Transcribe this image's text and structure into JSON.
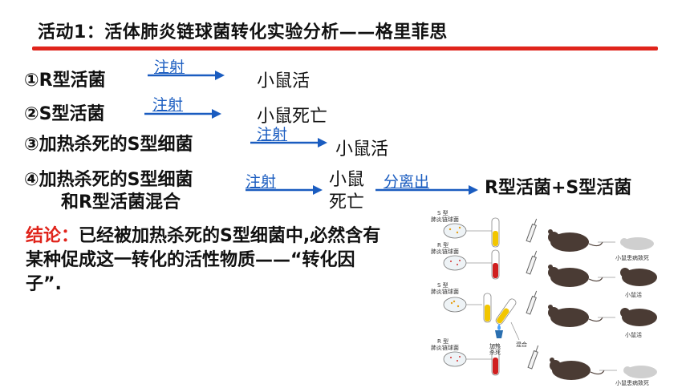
{
  "title": "活动1：活体肺炎链球菌转化实验分析——格里菲思",
  "rows": {
    "r1": {
      "left": "①R型活菌",
      "arrow": "注射",
      "result": "小鼠活"
    },
    "r2": {
      "left": "②S型活菌",
      "arrow": "注射",
      "result": "小鼠死亡"
    },
    "r3": {
      "left": "③加热杀死的S型细菌",
      "arrow": "注射",
      "result": "小鼠活"
    },
    "r4": {
      "left_line1": "④加热杀死的S型细菌",
      "left_line2": "和R型活菌混合",
      "arrow": "注射",
      "result_line1": "小鼠",
      "result_line2": "死亡",
      "arrow2": "分离出",
      "final": "R型活菌+S型活菌"
    }
  },
  "conclusion": {
    "label": "结论：",
    "text": "已经被加热杀死的S型细菌中,必然含有某种促成这一转化的活性物质——“转化因子”."
  },
  "figure": {
    "labels": {
      "s1": "S 型",
      "s1b": "肺炎链球菌",
      "r1": "R 型",
      "r1b": "肺炎链球菌",
      "s2": "S 型",
      "s2b": "肺炎链球菌",
      "heat1": "加热",
      "heat2": "杀死",
      "mix": "混合",
      "r2": "R 型",
      "r2b": "肺炎链球菌",
      "res1": "小鼠患病致死",
      "res2": "小鼠活",
      "res3": "小鼠活",
      "res4": "小鼠患病致死"
    }
  },
  "colors": {
    "accent_red": "#e0241b",
    "arrow_blue": "#1a5cc0"
  }
}
